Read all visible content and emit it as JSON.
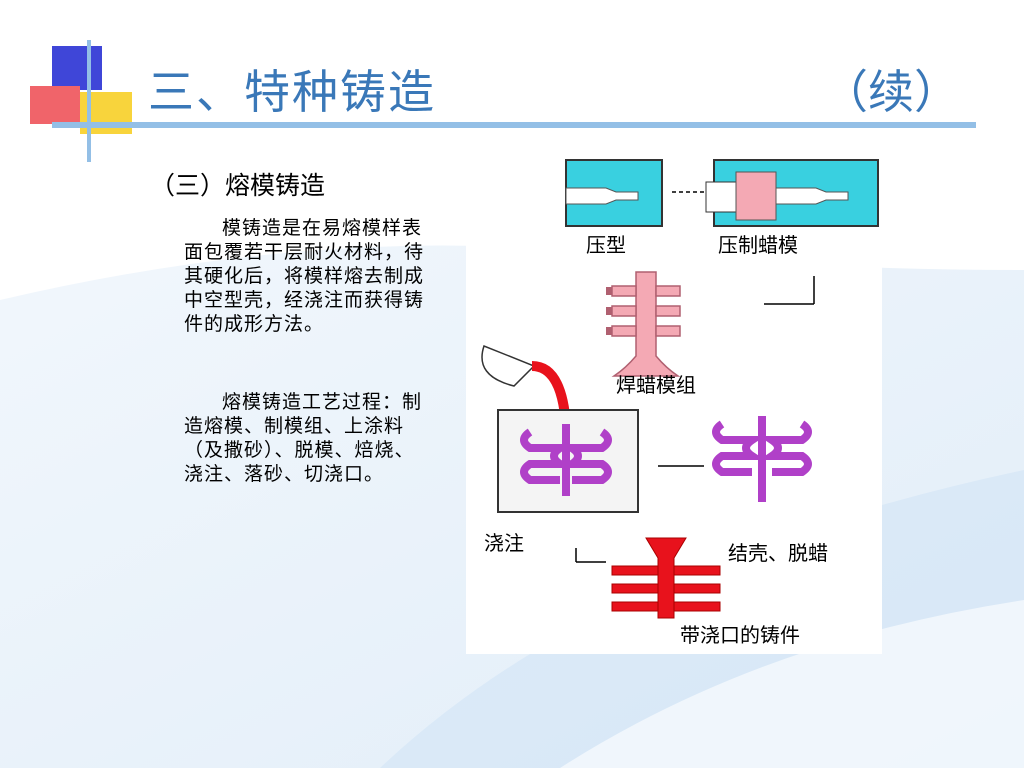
{
  "header": {
    "title": "三、特种铸造",
    "title_suffix": "（续）"
  },
  "section": {
    "subtitle": "（三）熔模铸造",
    "paragraphs": [
      "模铸造是在易熔模样表面包覆若干层耐火材料，待其硬化后，将模样熔去制成中空型壳，经浇注而获得铸件的成形方法。",
      "熔模铸造工艺过程：制造熔模、制模组、上涂料（及撒砂）、脱模、焙烧、浇注、落砂、切浇口。"
    ]
  },
  "diagram": {
    "labels": {
      "press_mold": "压型",
      "press_wax": "压制蜡模",
      "weld_wax": "焊蜡模组",
      "pour": "浇注",
      "shell_dewax": "结壳、脱蜡",
      "casting_with_gate": "带浇口的铸件"
    }
  },
  "colors": {
    "title": "#3a78b8",
    "rule": "#93bfe6",
    "cyan_mold": "#39d0e0",
    "pink_wax": "#f4a9b4",
    "purple_shell": "#b040c8",
    "red_metal": "#e8121c"
  }
}
